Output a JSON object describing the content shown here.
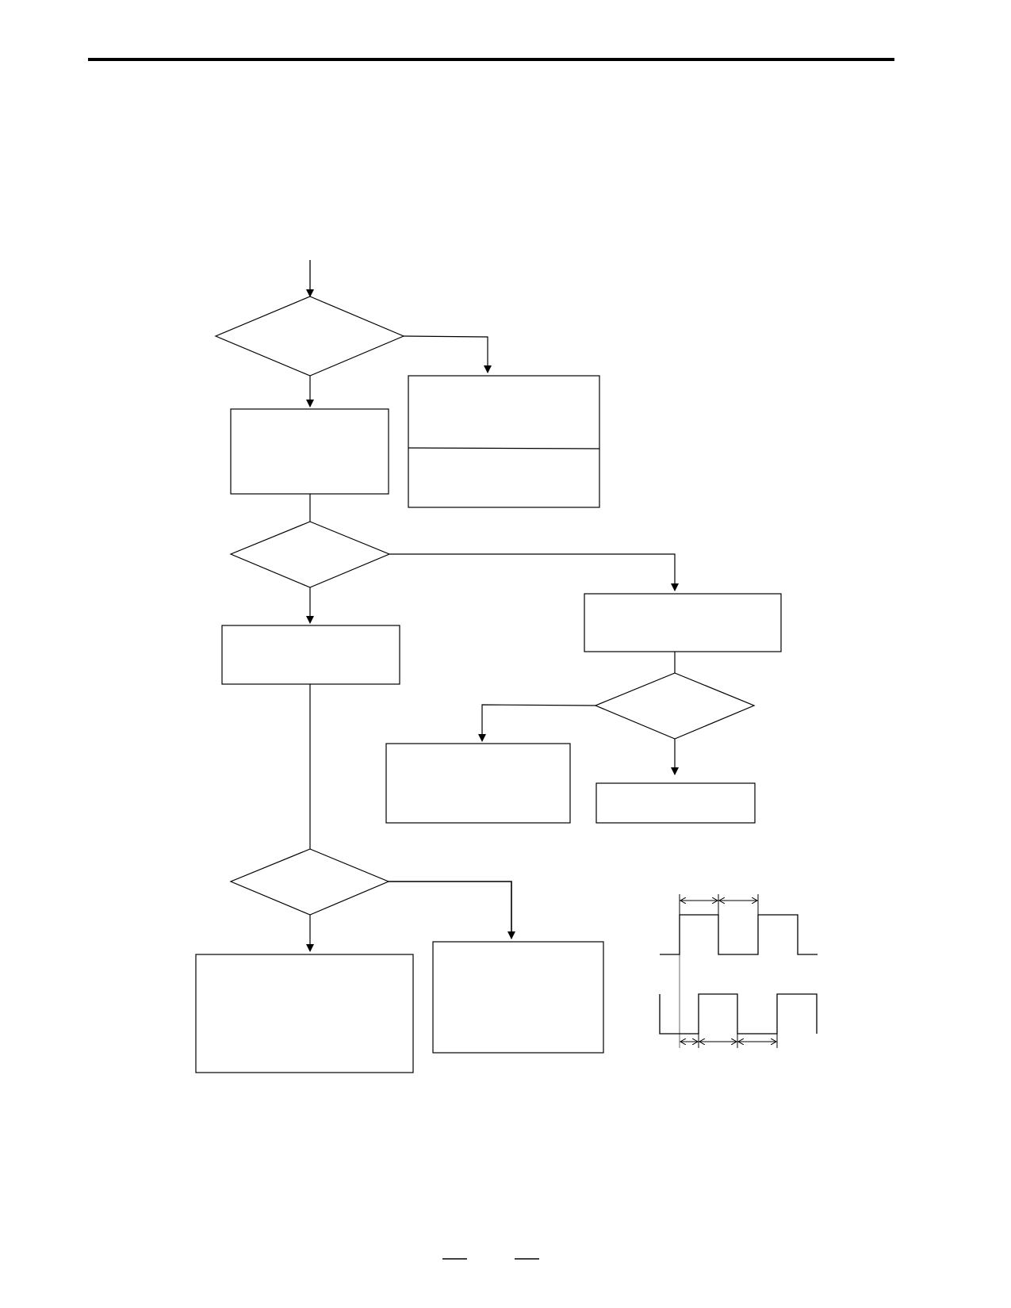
{
  "page": {
    "background": "#ffffff",
    "ink": "#000000"
  },
  "flowchart": {
    "decisions": [
      {
        "id": "decision-1",
        "label": ""
      },
      {
        "id": "decision-2",
        "label": ""
      },
      {
        "id": "decision-3",
        "label": ""
      },
      {
        "id": "decision-4",
        "label": ""
      }
    ],
    "processes": [
      {
        "id": "process-1",
        "label": ""
      },
      {
        "id": "process-2",
        "label": ""
      },
      {
        "id": "process-3",
        "label": ""
      },
      {
        "id": "process-4",
        "label": ""
      },
      {
        "id": "process-5",
        "label": ""
      },
      {
        "id": "process-6",
        "label": ""
      },
      {
        "id": "process-7",
        "label": ""
      },
      {
        "id": "process-8",
        "label": ""
      }
    ]
  },
  "waveforms": [
    {
      "id": "upper-waveform",
      "label": ""
    },
    {
      "id": "lower-waveform",
      "label": ""
    }
  ],
  "footer": {
    "page_number": ""
  }
}
